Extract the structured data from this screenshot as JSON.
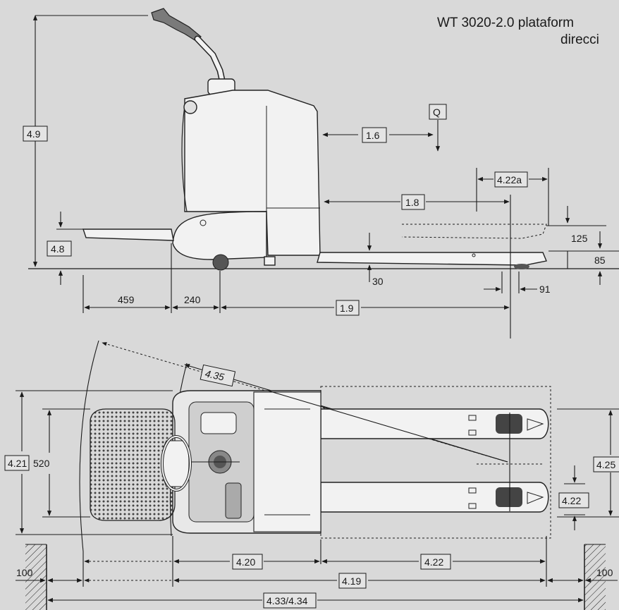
{
  "title": {
    "line1": "WT 3020-2.0 plataform",
    "line2": "direcci"
  },
  "side_view": {
    "labels": {
      "h_4_9": "4.9",
      "q": "Q",
      "d_1_6": "1.6",
      "d_4_22a": "4.22a",
      "d_1_8": "1.8",
      "h_4_8": "4.8",
      "d_125": "125",
      "d_85": "85",
      "d_30": "30",
      "d_91": "91",
      "d_459": "459",
      "d_240": "240",
      "d_1_9": "1.9"
    }
  },
  "top_view": {
    "labels": {
      "d_4_35": "4.35",
      "d_4_21": "4.21",
      "d_520": "520",
      "d_4_25": "4.25",
      "d_4_22_side": "4.22",
      "d_4_20": "4.20",
      "d_4_22": "4.22",
      "d_100_left": "100",
      "d_4_19": "4.19",
      "d_100_right": "100",
      "d_4_33": "4.33/4.34"
    }
  },
  "colors": {
    "background": "#d9d9d9",
    "body": "#f2f2f2",
    "line": "#1a1a1a"
  }
}
